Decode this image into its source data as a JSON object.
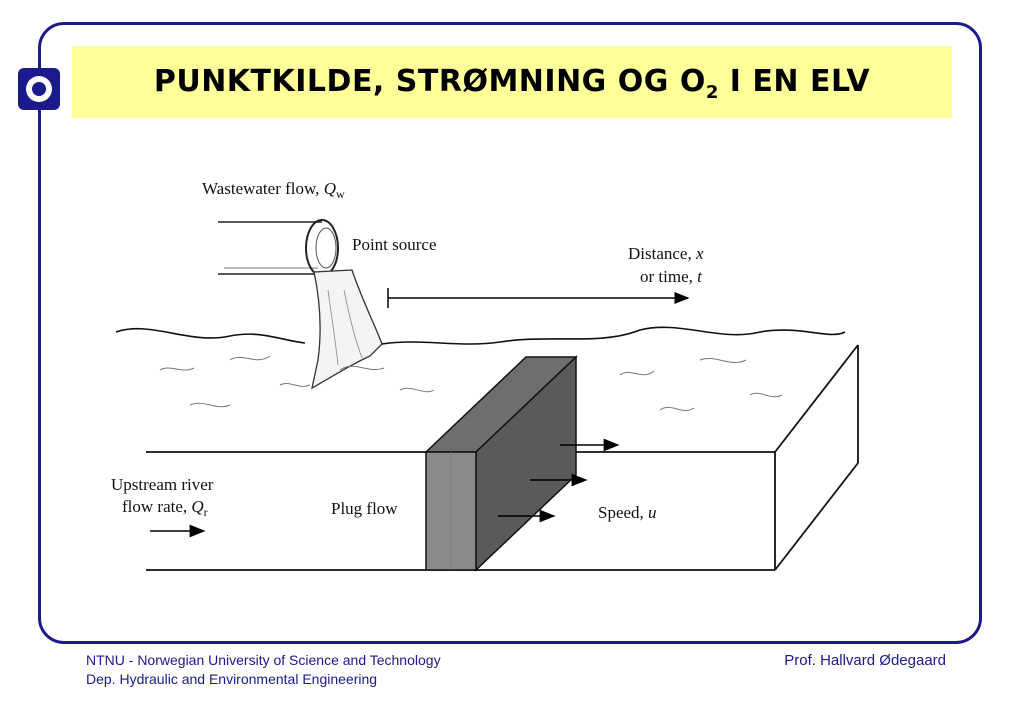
{
  "title": {
    "main": "PUNKTKILDE, STRØMNING OG O",
    "sub": "2",
    "rest": " I EN ELV"
  },
  "diagram": {
    "wastewater_label": "Wastewater flow, ",
    "wastewater_var": "Q",
    "wastewater_sub": "w",
    "point_source": "Point source",
    "distance_label": "Distance,",
    "distance_var": "x",
    "time_label": "or time,",
    "time_var": "t",
    "upstream_label_1": "Upstream river",
    "upstream_label_2": "flow rate, ",
    "upstream_var": "Q",
    "upstream_sub": "r",
    "plug_flow": "Plug flow",
    "speed_label": "Speed, ",
    "speed_var": "u"
  },
  "footer": {
    "institution": "NTNU - Norwegian University of Science and Technology",
    "department": "Dep. Hydraulic and Environmental Engineering",
    "author": "Prof. Hallvard Ødegaard"
  },
  "colors": {
    "frame": "#1a1a8c",
    "title_bg": "#ffff99",
    "footer_text": "#1a1a8c"
  },
  "icons": [
    "ntnu-logo-icon"
  ]
}
